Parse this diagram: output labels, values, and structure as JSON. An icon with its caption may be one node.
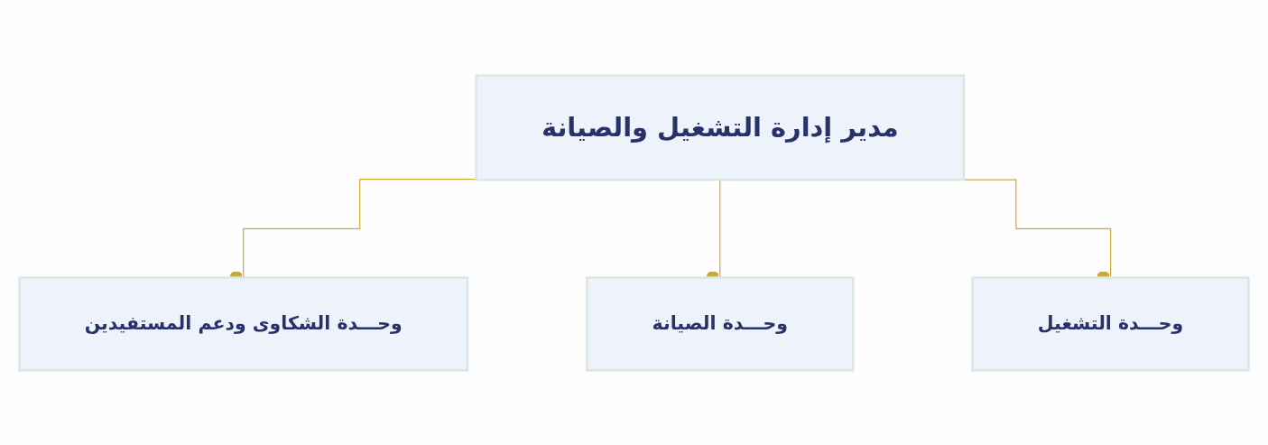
{
  "diagram": {
    "nodes": [
      {
        "text": [
          "مدير إدارة التشغيل والصيانة"
        ]
      },
      {
        "text": [
          "وحـــدة التشغيل"
        ]
      },
      {
        "text": [
          "وحـــدة الصيانة"
        ]
      },
      {
        "text": [
          "وحـــدة الشكاوى ودعم المستفيدين"
        ]
      }
    ],
    "edges": [
      {
        "from": 0,
        "to": 3,
        "arrow": "other"
      },
      {
        "from": 0,
        "to": 2,
        "arrow": "other"
      },
      {
        "from": 0,
        "to": 1,
        "arrow": "other"
      }
    ]
  }
}
